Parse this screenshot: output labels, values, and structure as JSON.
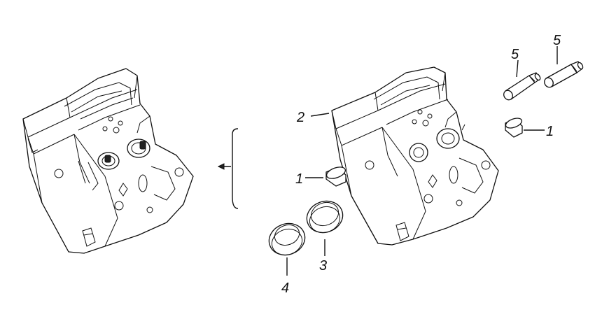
{
  "diagram": {
    "callouts": [
      {
        "id": "valve-seat-insert-1-upper",
        "text": "1"
      },
      {
        "id": "valve-seat-insert-1-lower",
        "text": "1"
      },
      {
        "id": "cylinder-head",
        "text": "2"
      },
      {
        "id": "ring-3",
        "text": "3"
      },
      {
        "id": "ring-4",
        "text": "4"
      },
      {
        "id": "valve-guide-5-left",
        "text": "5"
      },
      {
        "id": "valve-guide-5-right",
        "text": "5"
      }
    ]
  }
}
